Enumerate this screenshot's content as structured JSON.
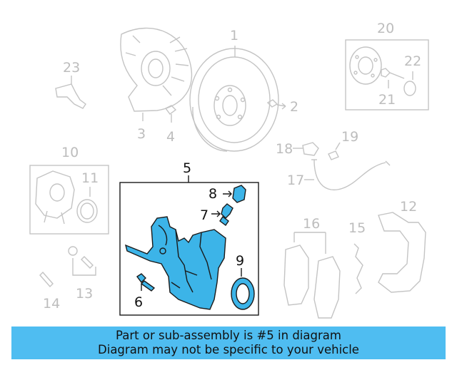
{
  "callouts": {
    "c1": "1",
    "c2": "2",
    "c3": "3",
    "c4": "4",
    "c5": "5",
    "c6": "6",
    "c7": "7",
    "c8": "8",
    "c9": "9",
    "c10": "10",
    "c11": "11",
    "c12": "12",
    "c13": "13",
    "c14": "14",
    "c15": "15",
    "c16": "16",
    "c17": "17",
    "c18": "18",
    "c19": "19",
    "c20": "20",
    "c21": "21",
    "c22": "22",
    "c23": "23"
  },
  "highlight_color": "#3cb4e8",
  "banner": {
    "line1": "Part or sub-assembly is #5 in diagram",
    "line2": "Diagram may not be specific to your vehicle",
    "color": "#4fbdf1"
  }
}
